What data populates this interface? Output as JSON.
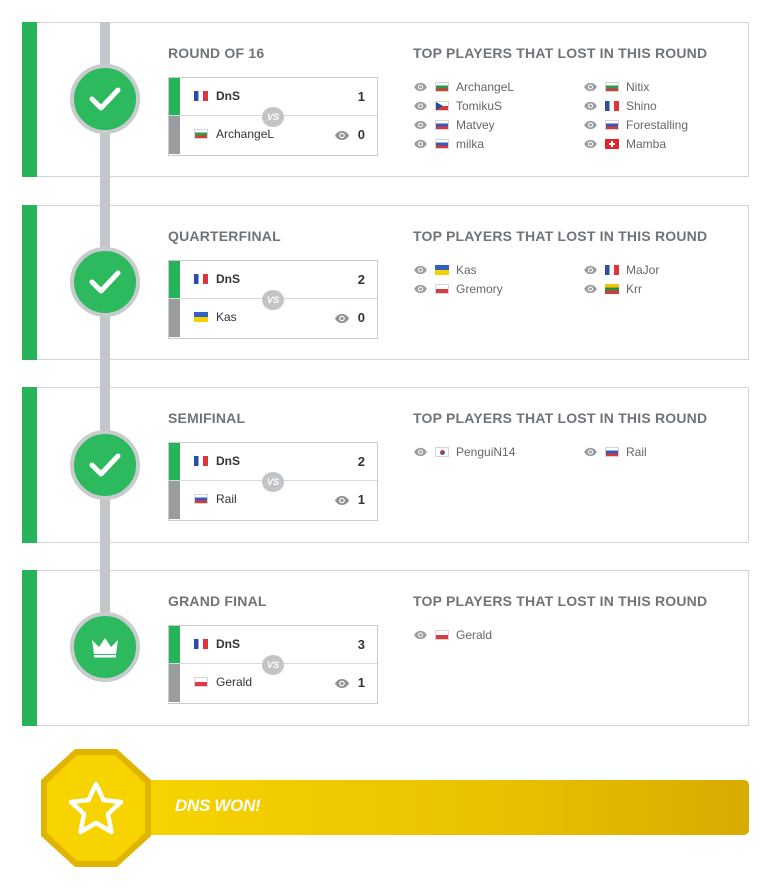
{
  "colors": {
    "win": "#27b35a",
    "lose": "#9a9d9f",
    "gold": "#f6d400"
  },
  "rounds": [
    {
      "title": "ROUND OF 16",
      "lost_title": "TOP PLAYERS THAT LOST IN THIS ROUND",
      "node_icon": "check-icon",
      "match": {
        "winner": {
          "flag": "fr",
          "name": "DnS",
          "score": "1"
        },
        "loser": {
          "flag": "bg",
          "name": "ArchangeL",
          "score": "0"
        },
        "vs": "VS"
      },
      "losers": [
        {
          "flag": "bg",
          "name": "ArchangeL"
        },
        {
          "flag": "cz",
          "name": "TomikuS"
        },
        {
          "flag": "ru",
          "name": "Matvey"
        },
        {
          "flag": "ru",
          "name": "milka"
        },
        {
          "flag": "bg",
          "name": "Nitix"
        },
        {
          "flag": "fr",
          "name": "Shino"
        },
        {
          "flag": "ru",
          "name": "Forestalling"
        },
        {
          "flag": "ch",
          "name": "Mamba"
        }
      ]
    },
    {
      "title": "QUARTERFINAL",
      "lost_title": "TOP PLAYERS THAT LOST IN THIS ROUND",
      "node_icon": "check-icon",
      "match": {
        "winner": {
          "flag": "fr",
          "name": "DnS",
          "score": "2"
        },
        "loser": {
          "flag": "ua",
          "name": "Kas",
          "score": "0"
        },
        "vs": "VS"
      },
      "losers": [
        {
          "flag": "ua",
          "name": "Kas"
        },
        {
          "flag": "pl",
          "name": "Gremory"
        },
        {
          "flag": "fr",
          "name": "MaJor"
        },
        {
          "flag": "lt",
          "name": "Krr"
        }
      ]
    },
    {
      "title": "SEMIFINAL",
      "lost_title": "TOP PLAYERS THAT LOST IN THIS ROUND",
      "node_icon": "check-icon",
      "match": {
        "winner": {
          "flag": "fr",
          "name": "DnS",
          "score": "2"
        },
        "loser": {
          "flag": "ru",
          "name": "Rail",
          "score": "1"
        },
        "vs": "VS"
      },
      "losers": [
        {
          "flag": "kr",
          "name": "PenguiN14"
        },
        {
          "flag": "ru",
          "name": "Rail"
        }
      ]
    },
    {
      "title": "GRAND FINAL",
      "lost_title": "TOP PLAYERS THAT LOST IN THIS ROUND",
      "node_icon": "crown-icon",
      "match": {
        "winner": {
          "flag": "fr",
          "name": "DnS",
          "score": "3"
        },
        "loser": {
          "flag": "pl",
          "name": "Gerald",
          "score": "1"
        },
        "vs": "VS"
      },
      "losers": [
        {
          "flag": "pl",
          "name": "Gerald"
        }
      ]
    }
  ],
  "result": {
    "text": "DNS WON!",
    "icon": "star-icon"
  }
}
